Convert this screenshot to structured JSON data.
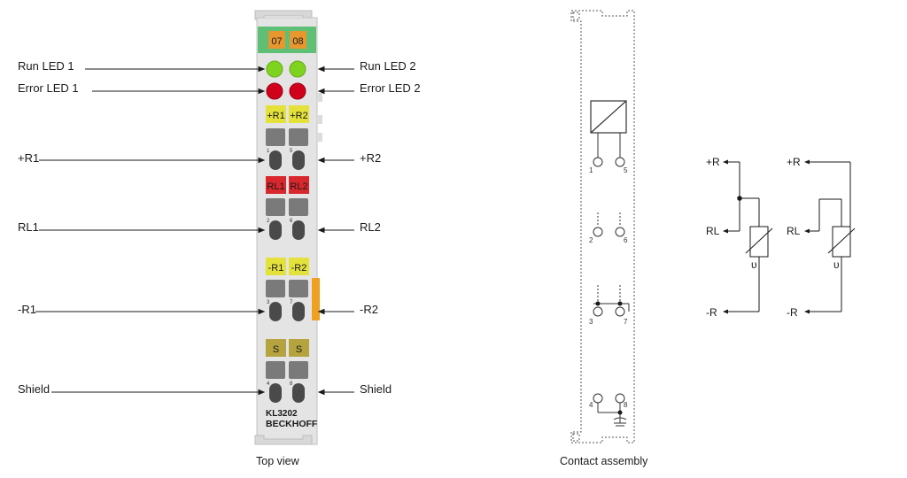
{
  "terminal": {
    "channel_numbers": [
      "07",
      "08"
    ],
    "run_led_1": "Run LED 1",
    "run_led_2": "Run LED 2",
    "error_led_1": "Error LED 1",
    "error_led_2": "Error LED 2",
    "plus_r1_label": "+R1",
    "plus_r2_label": "+R2",
    "rl1_label": "RL1",
    "rl2_label": "RL2",
    "minus_r1_label": "-R1",
    "minus_r2_label": "-R2",
    "shield_left": "Shield",
    "shield_right": "Shield",
    "badge_plus_r1": "+R1",
    "badge_plus_r2": "+R2",
    "badge_rl1": "RL1",
    "badge_rl2": "RL2",
    "badge_minus_r1": "-R1",
    "badge_minus_r2": "-R2",
    "badge_s1": "S",
    "badge_s2": "S",
    "model": "KL3202",
    "brand": "BECKHOFF",
    "caption": "Top view",
    "contact_numbers": [
      "1",
      "5",
      "2",
      "6",
      "3",
      "7",
      "4",
      "8"
    ]
  },
  "contact_assembly": {
    "caption": "Contact assembly",
    "numbers": [
      "1",
      "5",
      "2",
      "6",
      "3",
      "7",
      "4",
      "8"
    ]
  },
  "wiring": {
    "left": {
      "plus_r": "+R",
      "rl": "RL",
      "minus_r": "-R",
      "symbol": "υ"
    },
    "right": {
      "plus_r": "+R",
      "rl": "RL",
      "minus_r": "-R",
      "symbol": "υ"
    }
  },
  "colors": {
    "header_green": "#5fbf75",
    "badge_orange": "#e8962e",
    "led_green": "#7ed321",
    "led_red": "#d0021b",
    "badge_yellow": "#e3e13a",
    "badge_red": "#d9272e",
    "badge_olive": "#b4a33e",
    "body_grey": "#e6e6e6",
    "side_orange": "#f0a020"
  }
}
